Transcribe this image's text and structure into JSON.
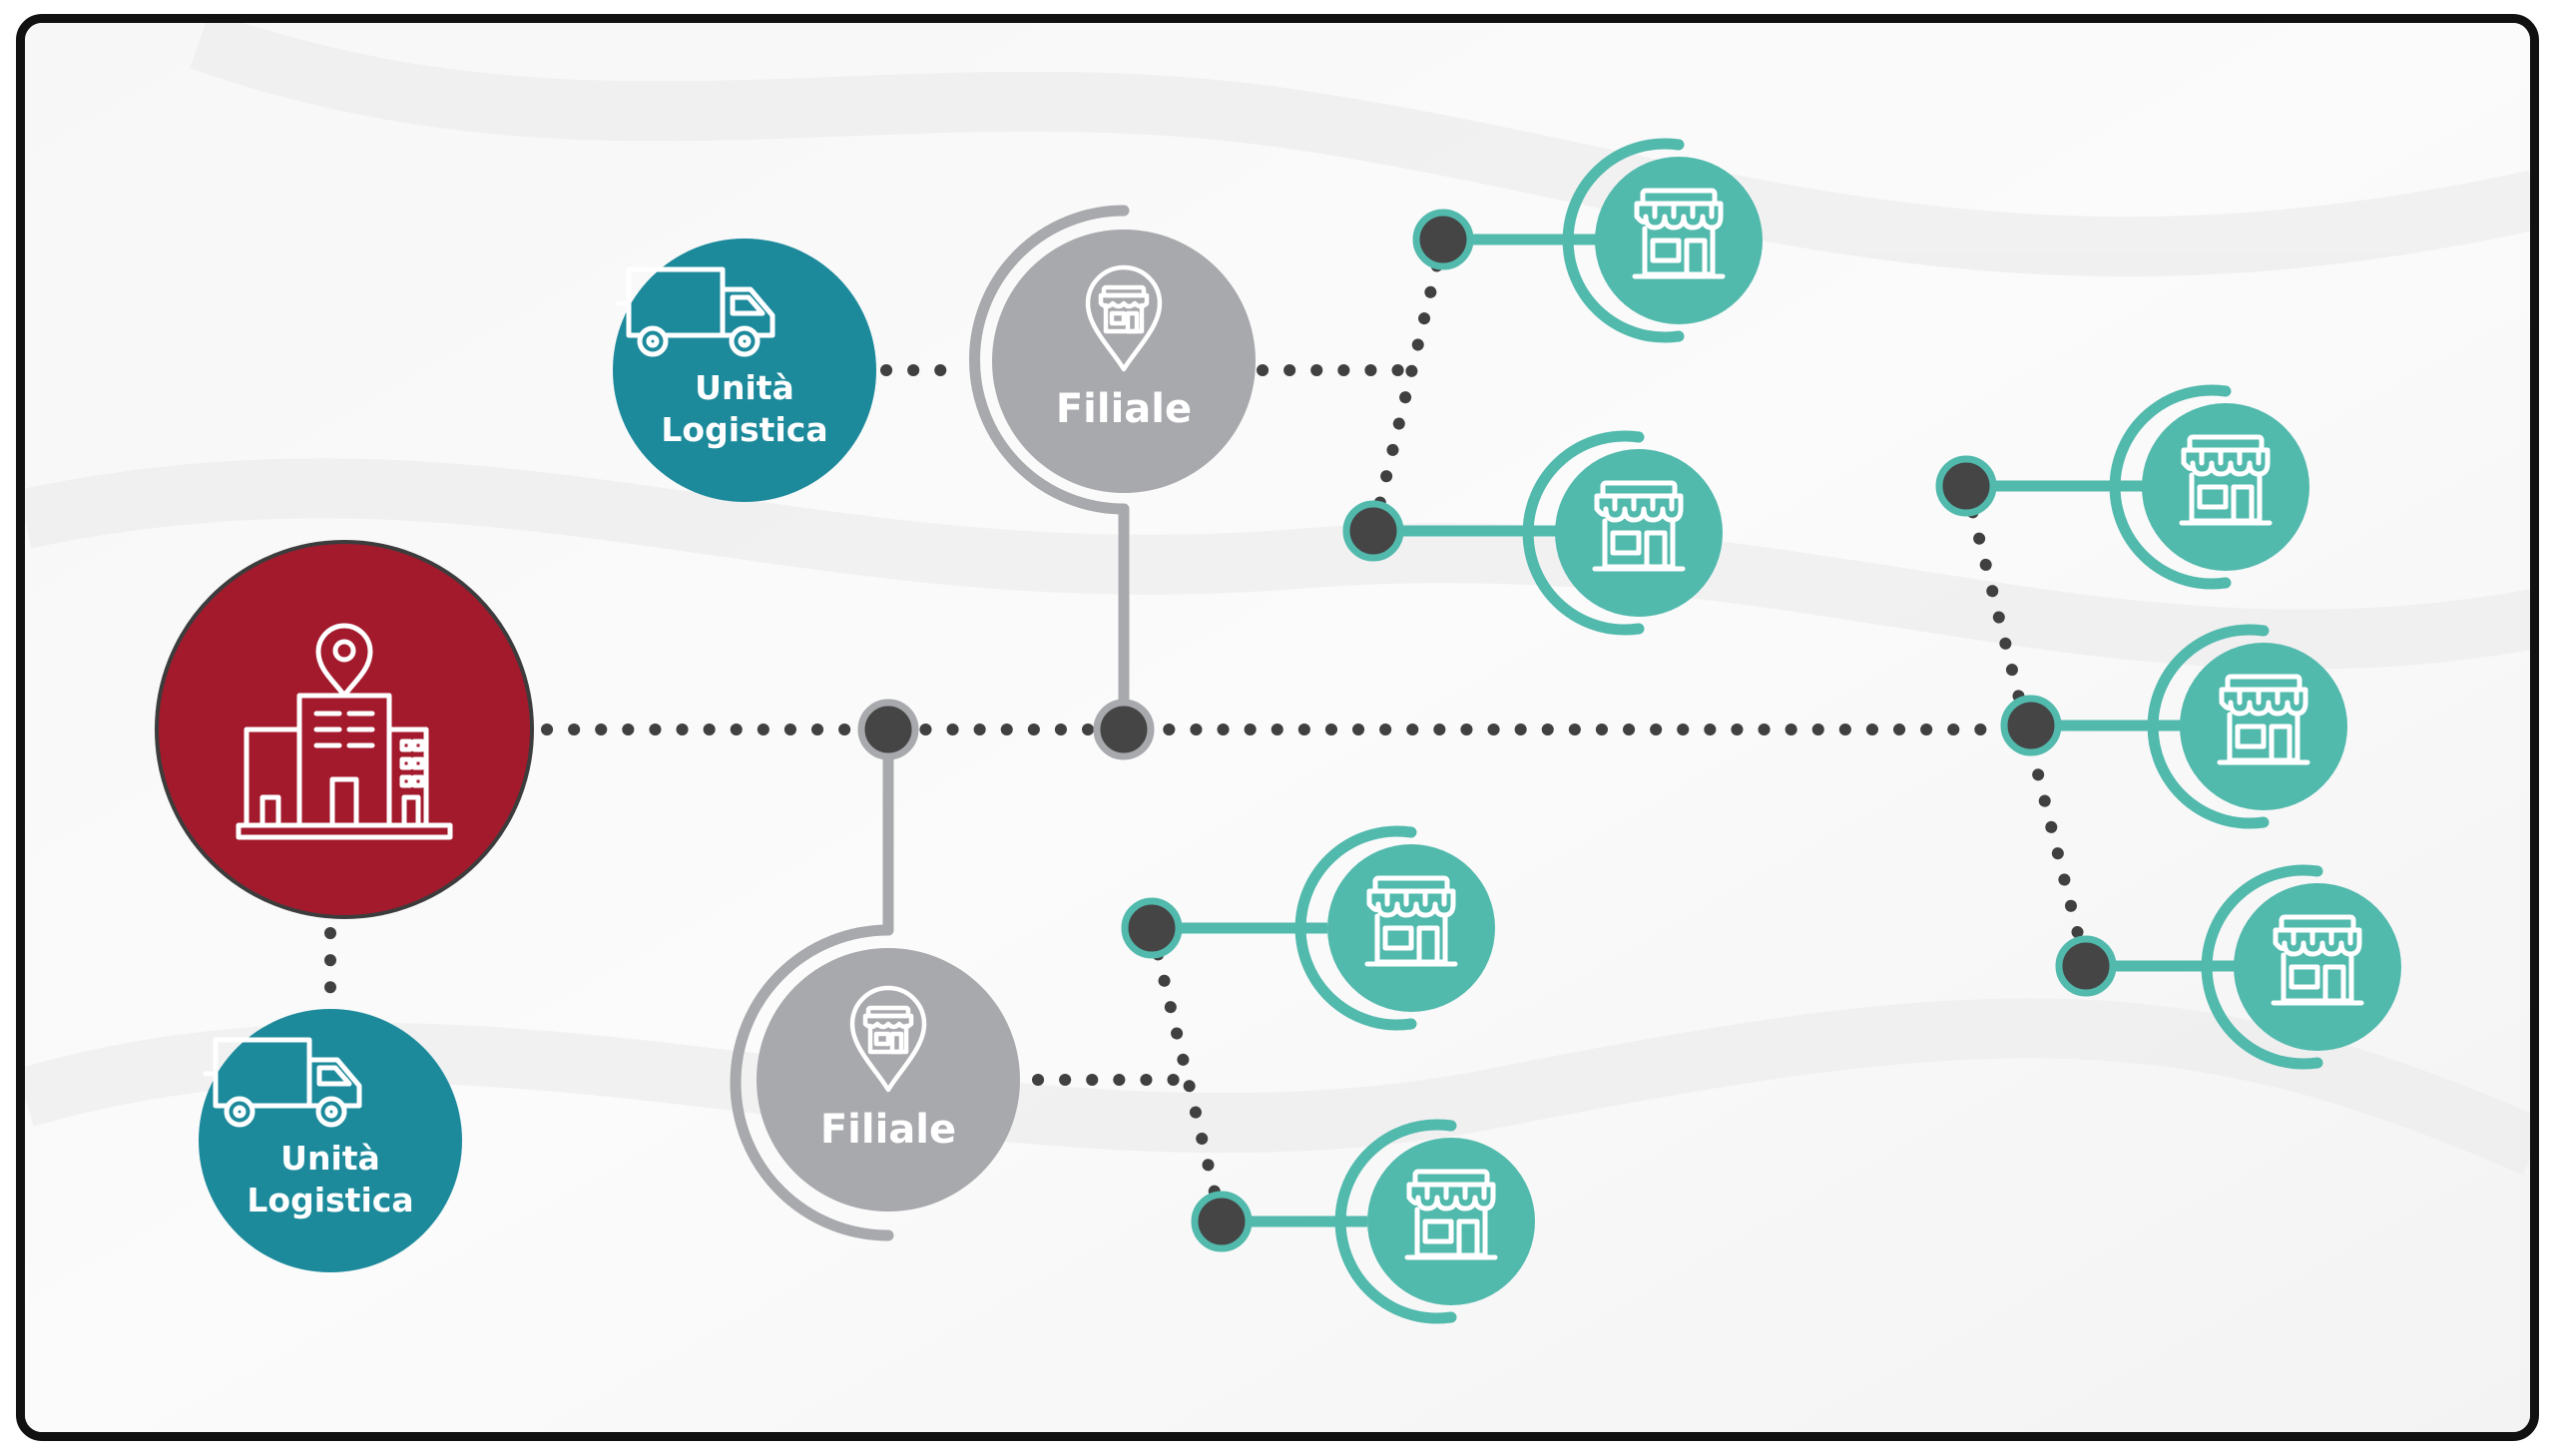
{
  "labels": {
    "unita_logistica_line1": "Unità",
    "unita_logistica_line2": "Logistica",
    "filiale": "Filiale"
  },
  "icons": {
    "headquarters": "building-location-icon",
    "logistics": "truck-icon",
    "branch": "store-location-pin-icon",
    "store": "store-awning-icon"
  },
  "colors": {
    "headquarters": "#a31a2d",
    "logistics": "#1d8a9c",
    "branch": "#a8a9ad",
    "store": "#52b9ad",
    "connector_dots": "#404040",
    "node_dot": "#454545",
    "frame_border": "#111111"
  }
}
